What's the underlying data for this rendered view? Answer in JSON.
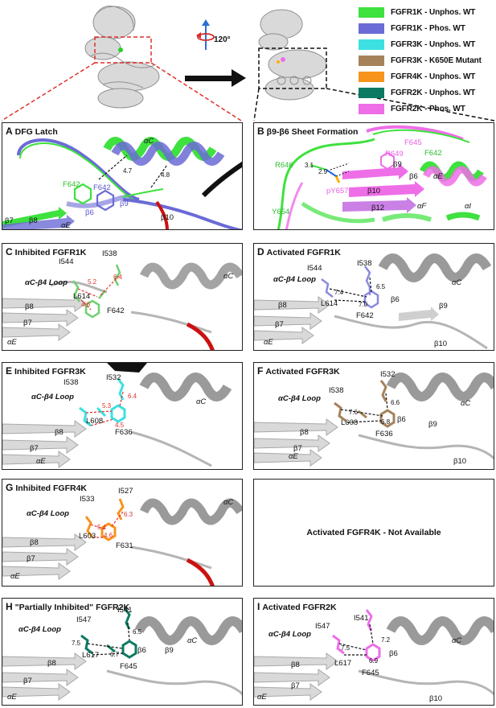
{
  "overview": {
    "rotation_label": "120°",
    "legend": [
      {
        "label": "FGFR1K - Unphos. WT",
        "color": "#3ee13e"
      },
      {
        "label": "FGFR1K - Phos. WT",
        "color": "#6b6bd6"
      },
      {
        "label": "FGFR3K - Unphos. WT",
        "color": "#3de0e0"
      },
      {
        "label": "FGFR3K - K650E Mutant",
        "color": "#a6825a"
      },
      {
        "label": "FGFR4K - Unphos. WT",
        "color": "#f7941d"
      },
      {
        "label": "FGFR2K - Unphos. WT",
        "color": "#0c7a63"
      },
      {
        "label": "FGFR2K - Phos. WT",
        "color": "#ee6ee8"
      }
    ]
  },
  "panels": {
    "A": {
      "letter": "A",
      "title": "DFG Latch",
      "labels": {
        "ac": "αC",
        "f642g": "F642",
        "f642b": "F642",
        "d47": "4.7",
        "d48": "4.8",
        "b7": "β7",
        "b8": "β8",
        "ae": "αE",
        "b6": "β6",
        "b9": "β9",
        "b10": "β10"
      }
    },
    "B": {
      "letter": "B",
      "title": "β9-β6 Sheet Formation",
      "labels": {
        "f645": "F645",
        "f642": "F642",
        "r646": "R646",
        "r649": "R649",
        "d31": "3.1",
        "d29": "2.9",
        "b9": "β9",
        "b6": "β6",
        "ae": "αE",
        "py657": "pY657",
        "b10": "β10",
        "y654": "Y654",
        "b12": "β12",
        "af": "αF",
        "ai": "αI"
      }
    },
    "C": {
      "letter": "C",
      "title": "Inhibited FGFR1K",
      "labels": {
        "i544": "I544",
        "i538": "I538",
        "loop": "αC-β4 Loop",
        "d52": "5.2",
        "d64": "6.4",
        "l614": "L614",
        "d46": "4.6",
        "f642": "F642",
        "b8": "β8",
        "b7": "β7",
        "ae": "αE",
        "ac": "αC"
      }
    },
    "D": {
      "letter": "D",
      "title": "Activated FGFR1K",
      "labels": {
        "i544": "I544",
        "i538": "I538",
        "loop": "αC-β4 Loop",
        "d74": "7.4",
        "d65": "6.5",
        "l614": "L614",
        "d70": "7.0",
        "f642": "F642",
        "b8": "β8",
        "b7": "β7",
        "b6": "β6",
        "b9": "β9",
        "ae": "αE",
        "ac": "αC",
        "b10": "β10"
      }
    },
    "E": {
      "letter": "E",
      "title": "Inhibited FGFR3K",
      "labels": {
        "i538": "I538",
        "i532": "I532",
        "loop": "αC-β4 Loop",
        "d53": "5.3",
        "d64": "6.4",
        "l608": "L608",
        "d45": "4.5",
        "f636": "F636",
        "b8": "β8",
        "b7": "β7",
        "ae": "αE",
        "ac": "αC"
      }
    },
    "F": {
      "letter": "F",
      "title": "Activated FGFR3K",
      "labels": {
        "i532": "I532",
        "i538": "I538",
        "loop": "αC-β4 Loop",
        "d66": "6.6",
        "d76": "7.6",
        "l608": "L608",
        "d68": "6.8",
        "f636": "F636",
        "b6": "β6",
        "b9": "β9",
        "b8": "β8",
        "b7": "β7",
        "ae": "αE",
        "ac": "αC",
        "b10": "β10"
      }
    },
    "G": {
      "letter": "G",
      "title": "Inhibited FGFR4K",
      "labels": {
        "i527": "I527",
        "i533": "I533",
        "loop": "αC-β4 Loop",
        "d63": "6.3",
        "d54": "5.4",
        "l603": "L603",
        "d46": "4.6",
        "f631": "F631",
        "b8": "β8",
        "b7": "β7",
        "ae": "αE",
        "ac": "αC"
      }
    },
    "NA": {
      "text": "Activated FGFR4K - Not Available"
    },
    "H": {
      "letter": "H",
      "title": "\"Partially Inhibited\" FGFR2K",
      "labels": {
        "i541": "I541",
        "i547": "I547",
        "loop": "αC-β4 Loop",
        "d65": "6.5",
        "d75": "7.5",
        "l617": "L617",
        "d67": "6.7",
        "f645": "F645",
        "b6": "β6",
        "b9": "β9",
        "b8": "β8",
        "b7": "β7",
        "ae": "αE",
        "ac": "αC"
      }
    },
    "I": {
      "letter": "I",
      "title": "Activated FGFR2K",
      "labels": {
        "i541": "I541",
        "i547": "I547",
        "loop": "αC-β4 Loop",
        "d72": "7.2",
        "d75": "7.5",
        "l617": "L617",
        "d69": "6.9",
        "f645": "F645",
        "b6": "β6",
        "b8": "β8",
        "b7": "β7",
        "ae": "αE",
        "ac": "αC",
        "b10": "β10"
      }
    }
  },
  "colors": {
    "dashed_black": "#111111",
    "dashed_red": "#e0312c",
    "ribbon_gray": "#9a9a9a",
    "inhibitory_red": "#cc1111"
  }
}
